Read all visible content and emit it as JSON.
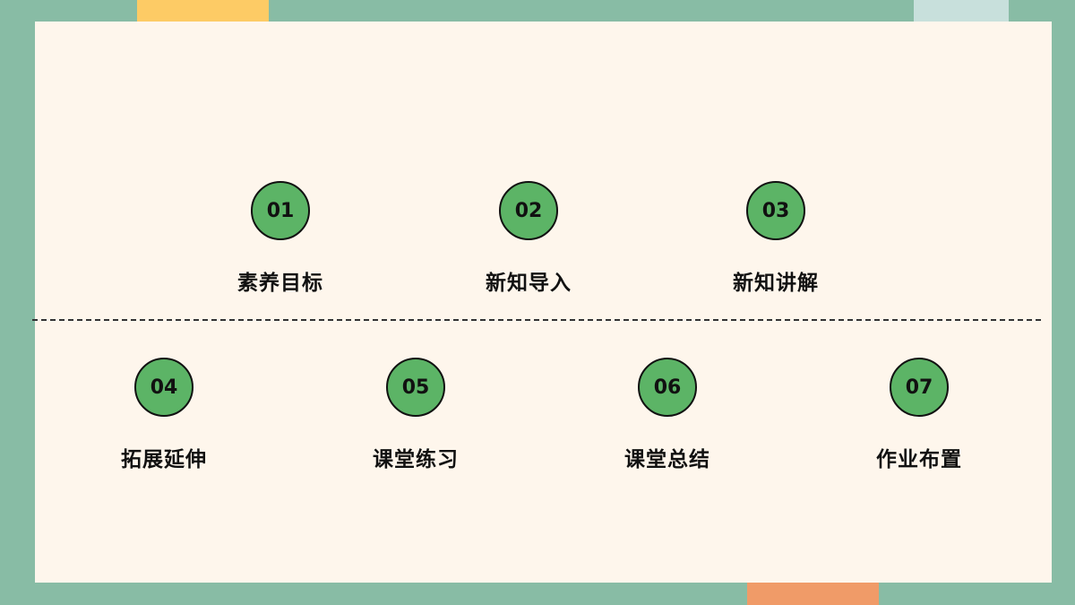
{
  "colors": {
    "background": "#88bca5",
    "card": "#fef6ec",
    "badge_fill": "#5cb466",
    "accent_yellow": "#fdcb65",
    "accent_pale": "#c8e0dc",
    "accent_orange": "#f09b68"
  },
  "row1": [
    {
      "number": "01",
      "label": "素养目标"
    },
    {
      "number": "02",
      "label": "新知导入"
    },
    {
      "number": "03",
      "label": "新知讲解"
    }
  ],
  "row2": [
    {
      "number": "04",
      "label": "拓展延伸"
    },
    {
      "number": "05",
      "label": "课堂练习"
    },
    {
      "number": "06",
      "label": "课堂总结"
    },
    {
      "number": "07",
      "label": "作业布置"
    }
  ]
}
